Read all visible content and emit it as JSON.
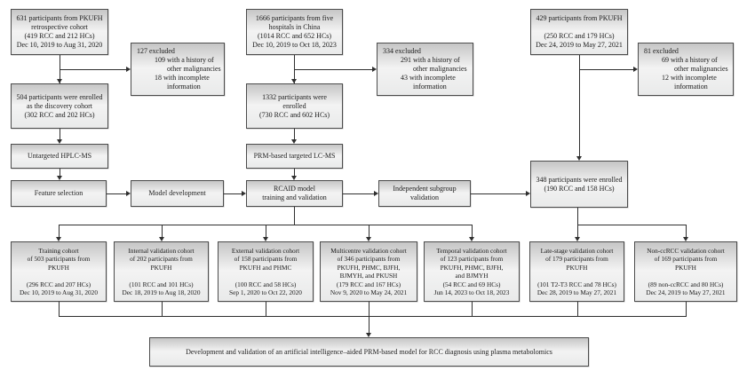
{
  "diagram": {
    "discovery_arm": {
      "source": {
        "lines": [
          "631 participants from PKUFH",
          "retrospective cohort",
          "(419 RCC and 212 HCs)",
          "Dec 10, 2019 to Aug 31, 2020"
        ]
      },
      "excluded": {
        "lines": [
          "127 excluded",
          "109 with a history of",
          "other malignancies",
          "18 with incomplete",
          "information"
        ]
      },
      "enrolled": {
        "lines": [
          "504 participants were enrolled",
          "as the discovery cohort",
          "(302 RCC and 202 HCs)"
        ]
      },
      "ms_label": "Untargeted HPLC-MS",
      "feature_selection_label": "Feature selection",
      "model_development_label": "Model development"
    },
    "main_arm": {
      "source": {
        "lines": [
          "1666 participants from five",
          "hospitals in China",
          "(1014 RCC and 652 HCs)",
          "Dec 10, 2019 to Oct 18, 2023"
        ]
      },
      "excluded": {
        "lines": [
          "334 excluded",
          "291 with a history of",
          "other malignancies",
          "43 with incomplete",
          "information"
        ]
      },
      "enrolled": {
        "lines": [
          "1332 participants were",
          "enrolled",
          "(730 RCC and 602 HCs)"
        ]
      },
      "ms_label": "PRM-based targeted LC-MS",
      "rcaid": {
        "lines": [
          "RCAID model",
          "training and validation"
        ]
      },
      "independent": {
        "lines": [
          "Independent subgroup",
          "validation"
        ]
      }
    },
    "subgroup_arm": {
      "source": {
        "lines": [
          "429 participants from PKUFH",
          "",
          "(250 RCC and 179 HCs)",
          "Dec 24, 2019 to May 27, 2021"
        ]
      },
      "excluded": {
        "lines": [
          "81 excluded",
          "69 with a history of",
          "other malignancies",
          "12 with incomplete",
          "information"
        ]
      },
      "enrolled": {
        "lines": [
          "348 participants were enrolled",
          "(190 RCC and 158 HCs)"
        ]
      }
    },
    "cohorts": [
      {
        "lines": [
          "Training cohort",
          "of 503 participants from",
          "PKUFH",
          "",
          "(296 RCC and 207 HCs)",
          "Dec 10, 2019 to Aug 31, 2020"
        ]
      },
      {
        "lines": [
          "Internal validation cohort",
          "of 202 participants from",
          "PKUFH",
          "",
          "(101 RCC and 101 HCs)",
          "Dec 18, 2019 to Aug 18, 2020"
        ]
      },
      {
        "lines": [
          "External validation cohort",
          "of 158 participants from",
          "PKUFH and PHMC",
          "",
          "(100 RCC and 58 HCs)",
          "Sep 1, 2020 to Oct 22, 2020"
        ]
      },
      {
        "lines": [
          "Multicentre validation cohort",
          "of 346 participants from",
          "PKUFH, PHMC, BJFH,",
          "BJMYH, and PKUSH",
          "(179 RCC and 167 HCs)",
          "Nov 9, 2020 to May 24, 2021"
        ]
      },
      {
        "lines": [
          "Temporal validation cohort",
          "of 123 participants from",
          "PKUFH, PHMC, BJFH,",
          "and BJMYH",
          "(54 RCC and 69 HCs)",
          "Jun 14, 2023 to Oct 18, 2023"
        ]
      },
      {
        "lines": [
          "Late-stage validation cohort",
          "of 179 participants from",
          "PKUFH",
          "",
          "(101 T2-T3 RCC and 78 HCs)",
          "Dec 28, 2019 to May 27, 2021"
        ]
      },
      {
        "lines": [
          "Non-ccRCC validation cohort",
          "of 169 participants from",
          "PKUFH",
          "",
          "(89 non-ccRCC and 80 HCs)",
          "Dec 24, 2019 to May 27, 2021"
        ]
      }
    ],
    "conclusion": "Development and validation of an artificial intelligence–aided PRM-based model for RCC diagnosis using plasma metabolomics",
    "colors": {
      "box_border": "#4c4c4c",
      "box_fill_top": "#c6c6c6",
      "box_fill_bottom": "#e9eaea",
      "line": "#2f2f2f"
    }
  }
}
